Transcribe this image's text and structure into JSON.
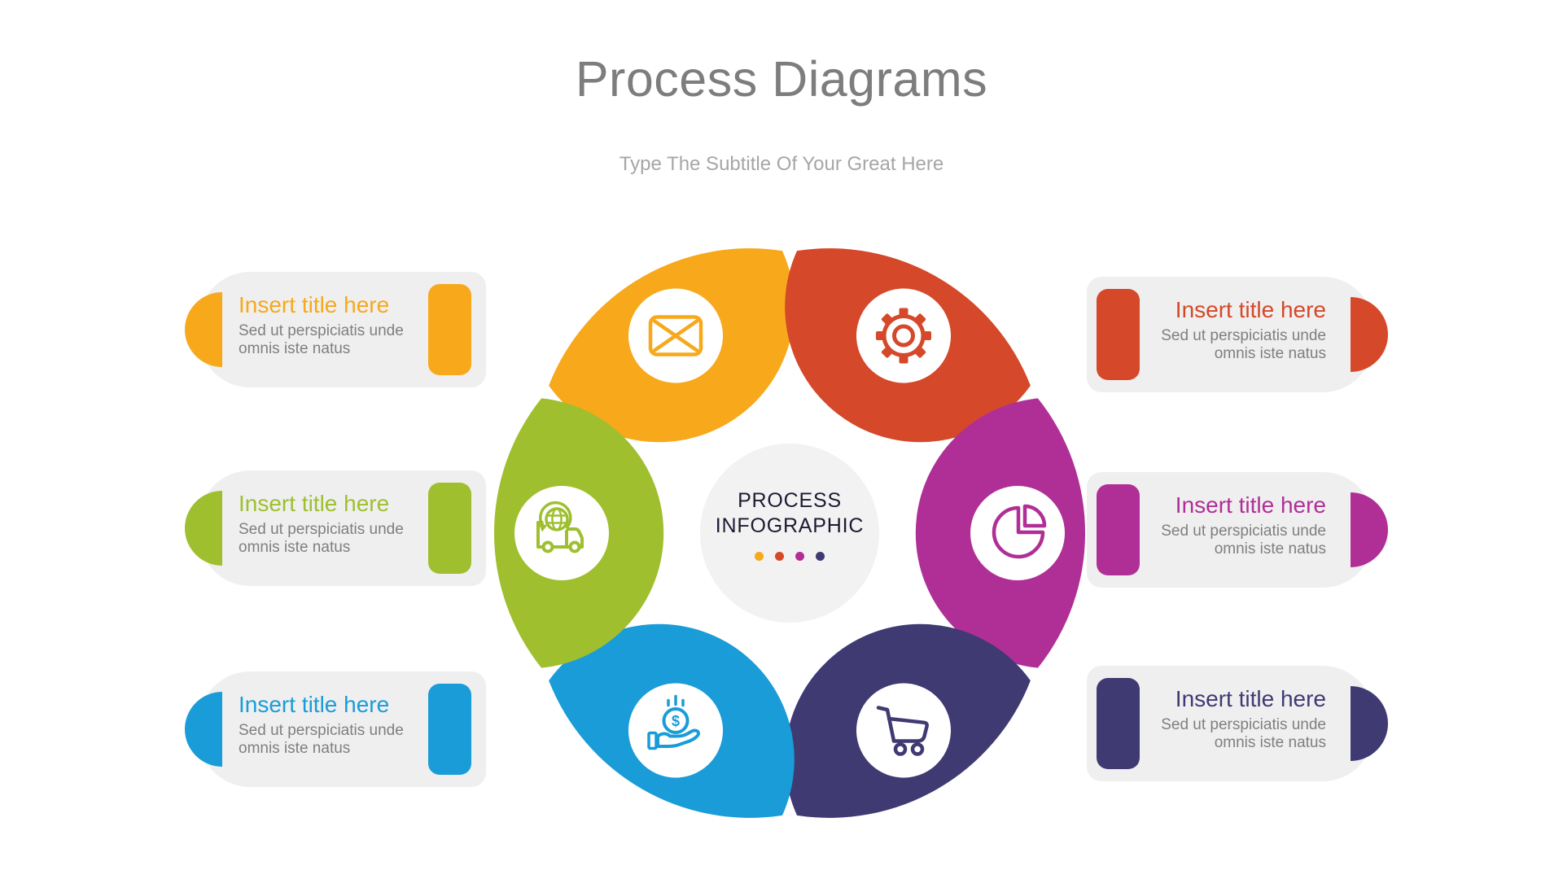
{
  "header": {
    "title": "Process Diagrams",
    "subtitle": "Type The Subtitle Of Your Great Here",
    "title_color": "#7D7D7D",
    "subtitle_color": "#A6A6A6"
  },
  "center": {
    "title_line1": "PROCESS",
    "title_line2": "INFOGRAPHIC",
    "text_color": "#1C1B33",
    "circle_color": "#F2F2F2",
    "dots": [
      "#F7A81B",
      "#D5482A",
      "#B02F97",
      "#3F3A72"
    ]
  },
  "petals": [
    {
      "name": "email-step",
      "color": "#F7A81B",
      "icon": "envelope-icon"
    },
    {
      "name": "settings-step",
      "color": "#D5482A",
      "icon": "gear-icon"
    },
    {
      "name": "analytics-step",
      "color": "#B02F97",
      "icon": "pie-chart-icon"
    },
    {
      "name": "shopping-step",
      "color": "#3F3A72",
      "icon": "cart-icon"
    },
    {
      "name": "finance-step",
      "color": "#1A9CD8",
      "icon": "money-hand-icon"
    },
    {
      "name": "delivery-step",
      "color": "#9FBF2F",
      "icon": "globe-truck-icon"
    }
  ],
  "cards": {
    "body_color": "#7F7F7F",
    "bg_color": "#EFEFEF",
    "left": [
      {
        "title": "Insert title here",
        "body": "Sed ut perspiciatis unde omnis iste natus",
        "color": "#F7A81B"
      },
      {
        "title": "Insert title here",
        "body": "Sed ut perspiciatis unde omnis iste natus",
        "color": "#9FBF2F"
      },
      {
        "title": "Insert title here",
        "body": "Sed ut perspiciatis unde omnis iste natus",
        "color": "#1A9CD8"
      }
    ],
    "right": [
      {
        "title": "Insert title here",
        "body": "Sed ut perspiciatis unde omnis iste natus",
        "color": "#D5482A"
      },
      {
        "title": "Insert title here",
        "body": "Sed ut perspiciatis unde omnis iste natus",
        "color": "#B02F97"
      },
      {
        "title": "Insert title here",
        "body": "Sed ut perspiciatis unde omnis iste natus",
        "color": "#3F3A72"
      }
    ]
  }
}
